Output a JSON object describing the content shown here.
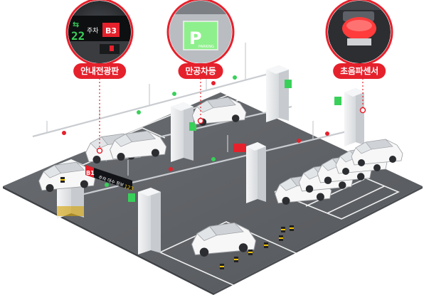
{
  "callouts": [
    {
      "label": "안내전광판",
      "sign": {
        "arrow_count": "22",
        "word": "주차",
        "level": "B3"
      }
    },
    {
      "label": "만공차등",
      "sign": {
        "letter": "P",
        "caption": "PARKING"
      }
    },
    {
      "label": "초음파센서"
    }
  ],
  "floor_sign": {
    "level": "B1",
    "text": "주차 대수 정보",
    "count": "123"
  },
  "colors": {
    "accent_red": "#e5212c",
    "sign_green": "#39d05a",
    "floor": "#5c5f63",
    "pillar": "#e8eaec"
  }
}
